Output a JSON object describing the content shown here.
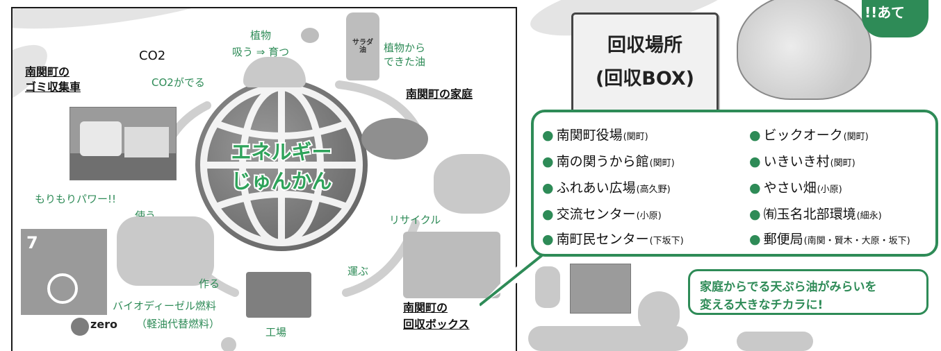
{
  "cycle": {
    "center_title_1": "エネルギー",
    "center_title_2": "じゅんかん",
    "co2": "CO2",
    "co2_rise": "CO2がでる",
    "plant_title": "植物",
    "plant_cycle": "吸う ⇒ 育つ",
    "plant_oil": [
      "植物から",
      "できた油"
    ],
    "home": "南関町の家庭",
    "truck": [
      "南関町の",
      "ゴミ収集車"
    ],
    "power": "もりもりパワー!!",
    "use": "使う",
    "recycle": "リサイクル",
    "transport": "運ぶ",
    "make": "作る",
    "biodiesel": "バイオディーゼル燃料",
    "diesel_alt": "（軽油代替燃料）",
    "zero": "zero",
    "factory": "工場",
    "collection_box": [
      "南関町の",
      "回収ボックス"
    ],
    "sdg_number": "7",
    "oil_bottle_label": "サラダ油"
  },
  "header": {
    "title": "回収場所",
    "subtitle": "(回収BOX)",
    "mascot_badge": "!!あて"
  },
  "sites": [
    {
      "name": "南関町役場",
      "area": "(関町)"
    },
    {
      "name": "ビックオーク",
      "area": "(関町)"
    },
    {
      "name": "南の関うから館",
      "area": "(関町)"
    },
    {
      "name": "いきいき村",
      "area": "(関町)"
    },
    {
      "name": "ふれあい広場",
      "area": "(高久野)"
    },
    {
      "name": "やさい畑",
      "area": "(小原)"
    },
    {
      "name": "交流センター",
      "area": "(小原)"
    },
    {
      "name": "㈲玉名北部環境",
      "area": "(細永)"
    },
    {
      "name": "南町民センター",
      "area": "(下坂下)"
    },
    {
      "name": "郵便局",
      "area": "(南関・賢木・大原・坂下)"
    }
  ],
  "message": {
    "line1": "家庭からでる天ぷら油がみらいを",
    "line2": "変える大きなチカラに!"
  },
  "colors": {
    "accent": "#2e8b57",
    "globe_text": "#2ea35a"
  }
}
